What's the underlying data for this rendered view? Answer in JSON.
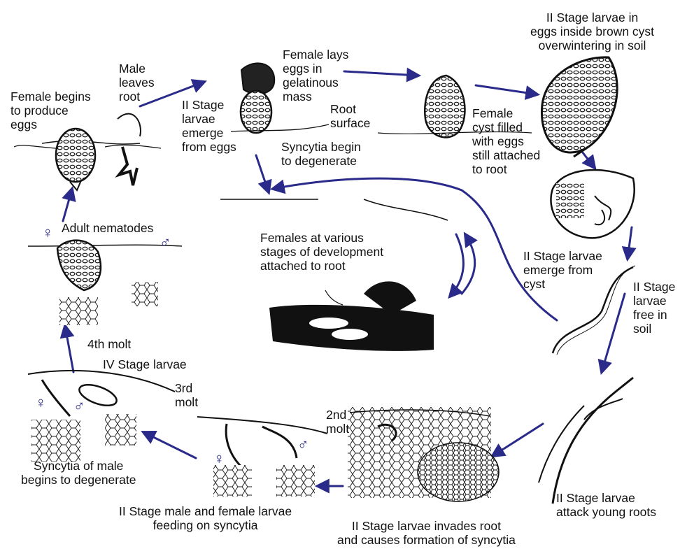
{
  "labels": {
    "female_begins": "Female begins\nto produce\neggs",
    "male_leaves": "Male\nleaves\nroot",
    "emerge_from_eggs": "II Stage\nlarvae\nemerge\nfrom eggs",
    "female_lays": "Female lays\neggs in\ngelatinous\nmass",
    "root_surface": "Root\nsurface",
    "syncytia_degenerate": "Syncytia begin\nto degenerate",
    "cyst_overwinter": "II Stage larvae in\neggs inside brown cyst\noverwintering in soil",
    "female_cyst": "Female\ncyst filled\nwith eggs\nstill attached\nto root",
    "adult_nematodes": "Adult nematodes",
    "females_various": "Females at various\nstages of development\nattached to root",
    "emerge_from_cyst": "II Stage larvae\nemerge from\ncyst",
    "free_in_soil": "II Stage\nlarvae\nfree in\nsoil",
    "fourth_molt": "4th molt",
    "iv_stage": "IV Stage larvae",
    "third_molt": "3rd\nmolt",
    "second_molt": "2nd\nmolt",
    "syncytia_male": "Syncytia of male\nbegins to degenerate",
    "feeding": "II Stage male and female larvae\nfeeding on syncytia",
    "invades_root": "II Stage larvae invades root\nand causes formation of syncytia",
    "attack_roots": "II Stage larvae\nattack young roots"
  },
  "symbols": {
    "female": "♀",
    "male": "♂"
  },
  "colors": {
    "arrow": "#2a2a8a",
    "ink": "#111111"
  }
}
